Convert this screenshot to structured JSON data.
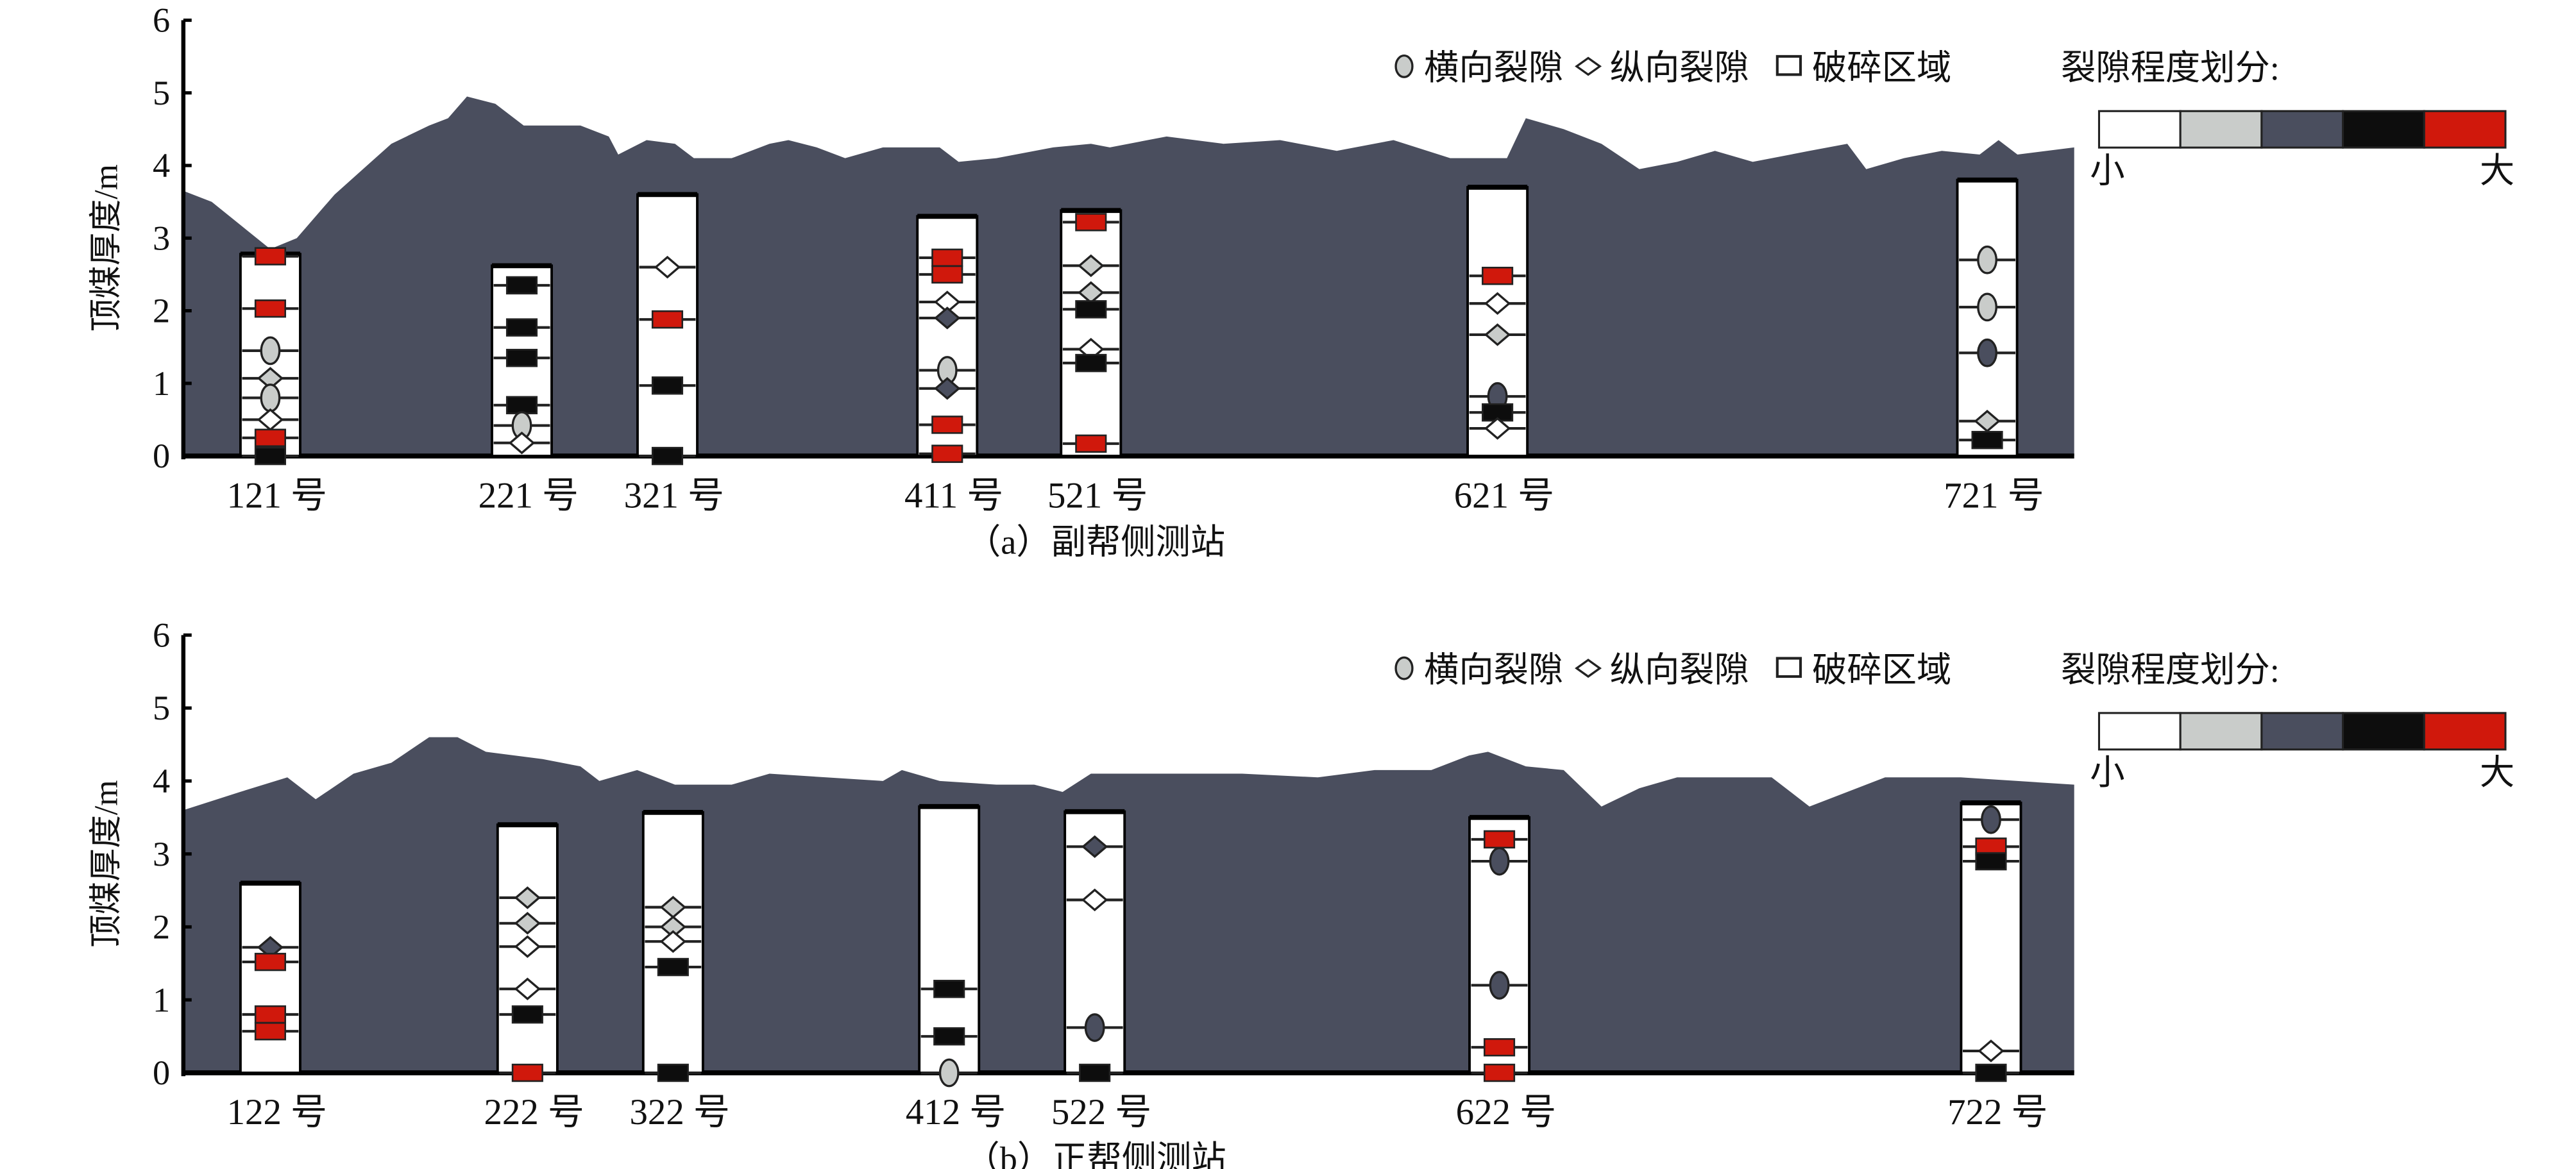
{
  "colors": {
    "level1": "#ffffff",
    "level2": "#c9ccca",
    "level3": "#4a4e5e",
    "level4": "#0d0d0d",
    "level5": "#d0180c",
    "roof": "#4a4e5e",
    "axis": "#000000"
  },
  "chart_data": [
    {
      "type": "scatter",
      "id": "a",
      "caption": "（a）副帮侧测站",
      "ylabel": "顶煤厚度/m",
      "ylim": [
        0,
        6
      ],
      "yticks": [
        "0",
        "1",
        "2",
        "3",
        "4",
        "5",
        "6"
      ],
      "legend": {
        "circle": "横向裂隙",
        "diamond": "纵向裂隙",
        "square": "破碎区域",
        "scale_title": "裂隙程度划分:",
        "scale_low": "小",
        "scale_high": "大",
        "placement": "top-right"
      },
      "xlim": [
        0,
        100
      ],
      "roof_profile": [
        [
          0,
          3.65
        ],
        [
          1.5,
          3.5
        ],
        [
          4.6,
          2.85
        ],
        [
          6,
          3.0
        ],
        [
          8,
          3.6
        ],
        [
          11,
          4.3
        ],
        [
          13,
          4.55
        ],
        [
          14,
          4.65
        ],
        [
          15,
          4.95
        ],
        [
          16.5,
          4.85
        ],
        [
          18,
          4.55
        ],
        [
          21,
          4.55
        ],
        [
          22.5,
          4.4
        ],
        [
          23,
          4.15
        ],
        [
          24.5,
          4.35
        ],
        [
          26,
          4.3
        ],
        [
          27,
          4.1
        ],
        [
          29,
          4.1
        ],
        [
          31,
          4.3
        ],
        [
          32,
          4.35
        ],
        [
          33.5,
          4.25
        ],
        [
          35,
          4.1
        ],
        [
          37,
          4.25
        ],
        [
          40,
          4.25
        ],
        [
          41,
          4.05
        ],
        [
          43,
          4.1
        ],
        [
          46,
          4.25
        ],
        [
          48,
          4.3
        ],
        [
          49,
          4.25
        ],
        [
          52,
          4.4
        ],
        [
          55,
          4.3
        ],
        [
          58,
          4.35
        ],
        [
          61,
          4.2
        ],
        [
          64,
          4.35
        ],
        [
          67,
          4.1
        ],
        [
          70,
          4.1
        ],
        [
          71,
          4.65
        ],
        [
          73,
          4.5
        ],
        [
          75,
          4.3
        ],
        [
          77,
          3.95
        ],
        [
          79,
          4.05
        ],
        [
          81,
          4.2
        ],
        [
          83,
          4.05
        ],
        [
          86,
          4.2
        ],
        [
          88,
          4.3
        ],
        [
          89,
          3.95
        ],
        [
          91,
          4.1
        ],
        [
          93,
          4.2
        ],
        [
          95,
          4.15
        ],
        [
          96,
          4.35
        ],
        [
          97,
          4.15
        ],
        [
          100,
          4.25
        ]
      ],
      "stations": [
        {
          "label": "121 号",
          "x": 4.6,
          "height": 2.78,
          "marks": [
            [
              "square",
              5,
              2.75
            ],
            [
              "square",
              5,
              2.03
            ],
            [
              "circle",
              2,
              1.45
            ],
            [
              "diamond",
              2,
              1.07
            ],
            [
              "circle",
              2,
              0.8
            ],
            [
              "diamond",
              1,
              0.5
            ],
            [
              "square",
              5,
              0.25
            ],
            [
              "square",
              4,
              0.0
            ]
          ]
        },
        {
          "label": "221 号",
          "x": 17.9,
          "height": 2.62,
          "marks": [
            [
              "square",
              4,
              2.35
            ],
            [
              "square",
              4,
              1.77
            ],
            [
              "square",
              4,
              1.35
            ],
            [
              "square",
              4,
              0.7
            ],
            [
              "circle",
              2,
              0.42
            ],
            [
              "diamond",
              1,
              0.18
            ]
          ]
        },
        {
          "label": "321 号",
          "x": 25.6,
          "height": 3.6,
          "marks": [
            [
              "diamond",
              1,
              2.6
            ],
            [
              "square",
              5,
              1.88
            ],
            [
              "square",
              4,
              0.97
            ],
            [
              "square",
              4,
              0.0
            ]
          ]
        },
        {
          "label": "411 号",
          "x": 40.4,
          "height": 3.3,
          "marks": [
            [
              "square",
              5,
              2.73
            ],
            [
              "square",
              5,
              2.5
            ],
            [
              "diamond",
              1,
              2.12
            ],
            [
              "diamond",
              3,
              1.9
            ],
            [
              "circle",
              2,
              1.18
            ],
            [
              "diamond",
              3,
              0.93
            ],
            [
              "square",
              5,
              0.43
            ],
            [
              "square",
              5,
              0.03
            ]
          ]
        },
        {
          "label": "521 号",
          "x": 48.0,
          "height": 3.38,
          "marks": [
            [
              "square",
              5,
              3.22
            ],
            [
              "diamond",
              2,
              2.62
            ],
            [
              "diamond",
              2,
              2.25
            ],
            [
              "square",
              4,
              2.02
            ],
            [
              "diamond",
              1,
              1.47
            ],
            [
              "square",
              4,
              1.28
            ],
            [
              "square",
              5,
              0.17
            ]
          ]
        },
        {
          "label": "621 号",
          "x": 69.5,
          "height": 3.7,
          "marks": [
            [
              "square",
              5,
              2.48
            ],
            [
              "diamond",
              1,
              2.1
            ],
            [
              "diamond",
              2,
              1.67
            ],
            [
              "circle",
              3,
              0.82
            ],
            [
              "square",
              4,
              0.6
            ],
            [
              "diamond",
              1,
              0.38
            ]
          ]
        },
        {
          "label": "721 号",
          "x": 95.4,
          "height": 3.8,
          "marks": [
            [
              "circle",
              2,
              2.7
            ],
            [
              "circle",
              2,
              2.05
            ],
            [
              "circle",
              3,
              1.42
            ],
            [
              "diamond",
              2,
              0.48
            ],
            [
              "square",
              4,
              0.22
            ]
          ]
        }
      ]
    },
    {
      "type": "scatter",
      "id": "b",
      "caption": "（b）正帮侧测站",
      "ylabel": "顶煤厚度/m",
      "ylim": [
        0,
        6
      ],
      "yticks": [
        "0",
        "1",
        "2",
        "3",
        "4",
        "5",
        "6"
      ],
      "legend": {
        "circle": "横向裂隙",
        "diamond": "纵向裂隙",
        "square": "破碎区域",
        "scale_title": "裂隙程度划分:",
        "scale_low": "小",
        "scale_high": "大",
        "placement": "top-right"
      },
      "xlim": [
        0,
        100
      ],
      "roof_profile": [
        [
          0,
          3.6
        ],
        [
          3,
          3.85
        ],
        [
          5.5,
          4.05
        ],
        [
          7,
          3.75
        ],
        [
          9,
          4.1
        ],
        [
          11,
          4.25
        ],
        [
          13,
          4.6
        ],
        [
          14.5,
          4.6
        ],
        [
          16,
          4.4
        ],
        [
          19,
          4.3
        ],
        [
          21,
          4.2
        ],
        [
          22,
          4.0
        ],
        [
          24,
          4.15
        ],
        [
          26,
          3.95
        ],
        [
          29,
          3.95
        ],
        [
          31,
          4.1
        ],
        [
          34,
          4.05
        ],
        [
          37,
          4.0
        ],
        [
          38,
          4.15
        ],
        [
          40,
          4.0
        ],
        [
          43,
          3.95
        ],
        [
          45,
          3.95
        ],
        [
          46.5,
          3.85
        ],
        [
          48,
          4.1
        ],
        [
          52,
          4.1
        ],
        [
          56,
          4.1
        ],
        [
          60,
          4.05
        ],
        [
          63,
          4.15
        ],
        [
          66,
          4.15
        ],
        [
          68,
          4.35
        ],
        [
          69,
          4.4
        ],
        [
          71,
          4.2
        ],
        [
          73,
          4.15
        ],
        [
          75,
          3.65
        ],
        [
          77,
          3.9
        ],
        [
          79,
          4.05
        ],
        [
          82,
          4.05
        ],
        [
          84,
          4.05
        ],
        [
          86,
          3.65
        ],
        [
          88,
          3.85
        ],
        [
          90,
          4.05
        ],
        [
          94,
          4.05
        ],
        [
          97,
          4.0
        ],
        [
          100,
          3.95
        ]
      ],
      "stations": [
        {
          "label": "122 号",
          "x": 4.6,
          "height": 2.6,
          "marks": [
            [
              "diamond",
              3,
              1.72
            ],
            [
              "square",
              5,
              1.52
            ],
            [
              "square",
              5,
              0.8
            ],
            [
              "square",
              5,
              0.57
            ]
          ]
        },
        {
          "label": "222 号",
          "x": 18.2,
          "height": 3.4,
          "marks": [
            [
              "diamond",
              2,
              2.4
            ],
            [
              "diamond",
              2,
              2.05
            ],
            [
              "diamond",
              1,
              1.73
            ],
            [
              "diamond",
              1,
              1.15
            ],
            [
              "square",
              4,
              0.8
            ],
            [
              "square",
              5,
              0.0
            ]
          ]
        },
        {
          "label": "322 号",
          "x": 25.9,
          "height": 3.57,
          "marks": [
            [
              "diamond",
              2,
              2.27
            ],
            [
              "diamond",
              2,
              2.0
            ],
            [
              "diamond",
              1,
              1.8
            ],
            [
              "square",
              4,
              1.45
            ],
            [
              "square",
              4,
              0.0
            ]
          ]
        },
        {
          "label": "412 号",
          "x": 40.5,
          "height": 3.65,
          "marks": [
            [
              "square",
              4,
              1.15
            ],
            [
              "square",
              4,
              0.5
            ],
            [
              "circle",
              2,
              0.0
            ]
          ]
        },
        {
          "label": "522 号",
          "x": 48.2,
          "height": 3.58,
          "marks": [
            [
              "diamond",
              3,
              3.1
            ],
            [
              "diamond",
              1,
              2.37
            ],
            [
              "circle",
              3,
              0.62
            ],
            [
              "square",
              4,
              0.0
            ]
          ]
        },
        {
          "label": "622 号",
          "x": 69.6,
          "height": 3.5,
          "marks": [
            [
              "square",
              5,
              3.2
            ],
            [
              "circle",
              3,
              2.9
            ],
            [
              "circle",
              3,
              1.2
            ],
            [
              "square",
              5,
              0.35
            ],
            [
              "square",
              5,
              0.0
            ]
          ]
        },
        {
          "label": "722 号",
          "x": 95.6,
          "height": 3.7,
          "marks": [
            [
              "circle",
              3,
              3.47
            ],
            [
              "square",
              5,
              3.1
            ],
            [
              "square",
              4,
              2.9
            ],
            [
              "diamond",
              1,
              0.3
            ],
            [
              "square",
              4,
              0.0
            ]
          ]
        }
      ]
    }
  ]
}
